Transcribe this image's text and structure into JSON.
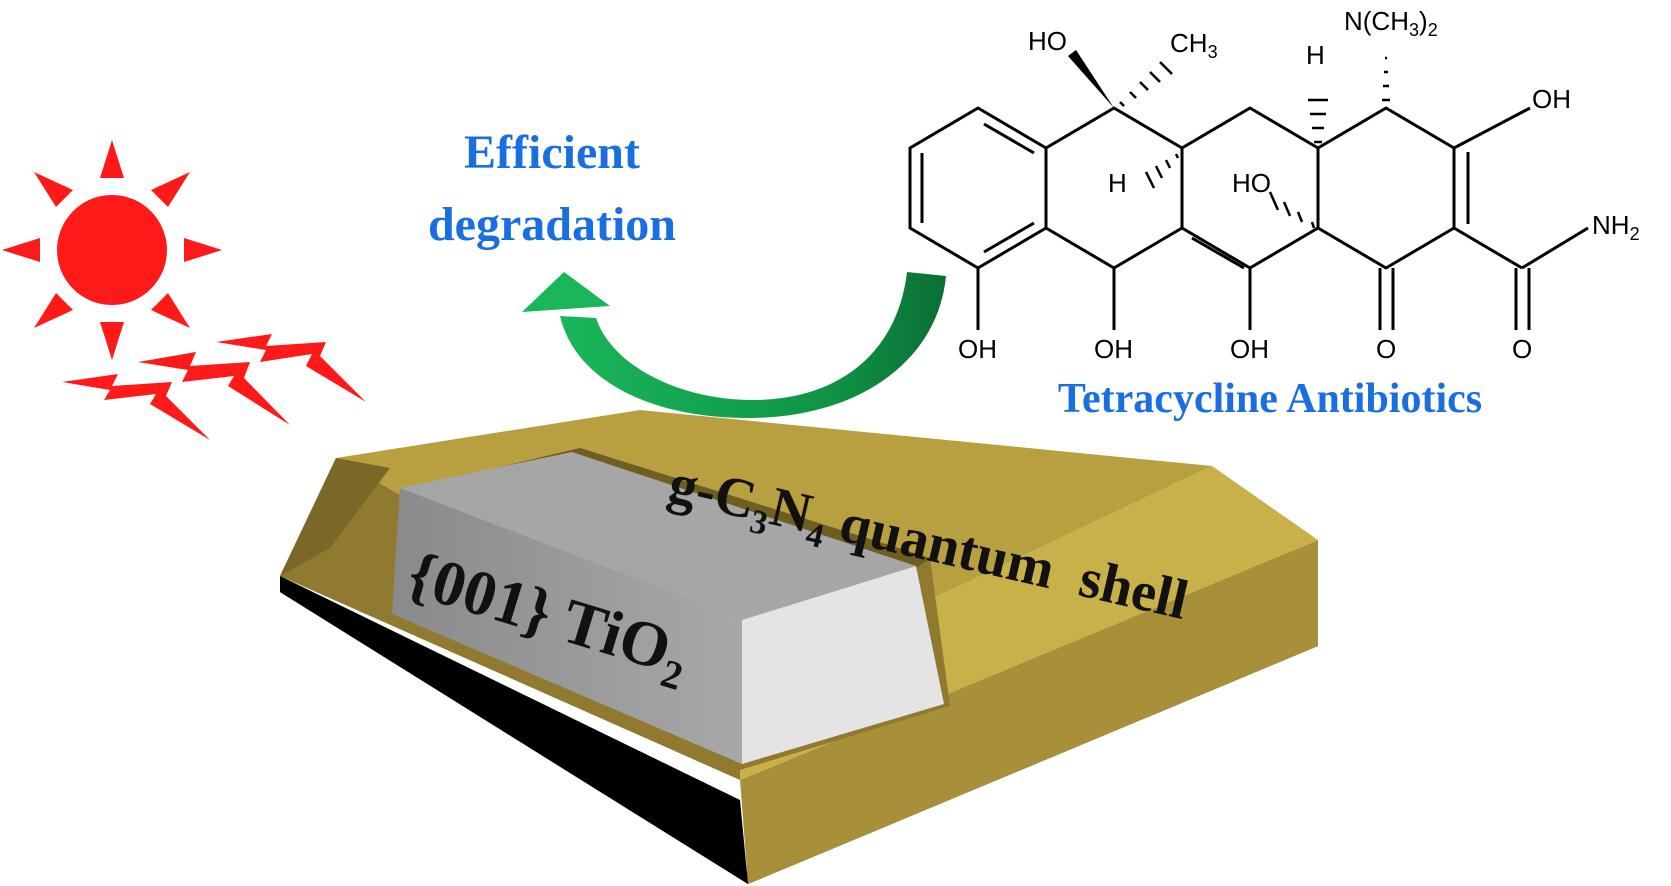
{
  "labels": {
    "efficient_line1": "Efficient",
    "efficient_line2": "degradation",
    "antibiotic": "Tetracycline Antibiotics",
    "shell_prefix": "g-C",
    "shell_sub1": "3",
    "shell_mid": "N",
    "shell_sub2": "4",
    "shell_suffix": " quantum  shell",
    "core_prefix": "{001} TiO",
    "core_sub": "2"
  },
  "molecule": {
    "ho_c6": "HO",
    "ch3": "CH",
    "ch3_sub": "3",
    "nme2": "N(CH",
    "nme2_sub_a": "3",
    "nme2_close": ")",
    "nme2_sub_b": "2",
    "h_top": "H",
    "h_left": "H",
    "oh_ring_a": "OH",
    "ho_c12a": "HO",
    "nh2": "NH",
    "nh2_sub": "2",
    "oh_c10": "OH",
    "oh_c11": "OH",
    "oh_c12": "OH",
    "o_c1": "O",
    "o_amide": "O"
  },
  "colors": {
    "label_blue": "#1a6fe0",
    "sun_red": "#ff1a1a",
    "arrow_green": "#12a04a",
    "shell_gold": "#c9b14a",
    "core_grey": "#9a9a9a"
  },
  "icons": [
    "sun-icon",
    "light-bolt-icon",
    "curved-arrow-icon"
  ]
}
